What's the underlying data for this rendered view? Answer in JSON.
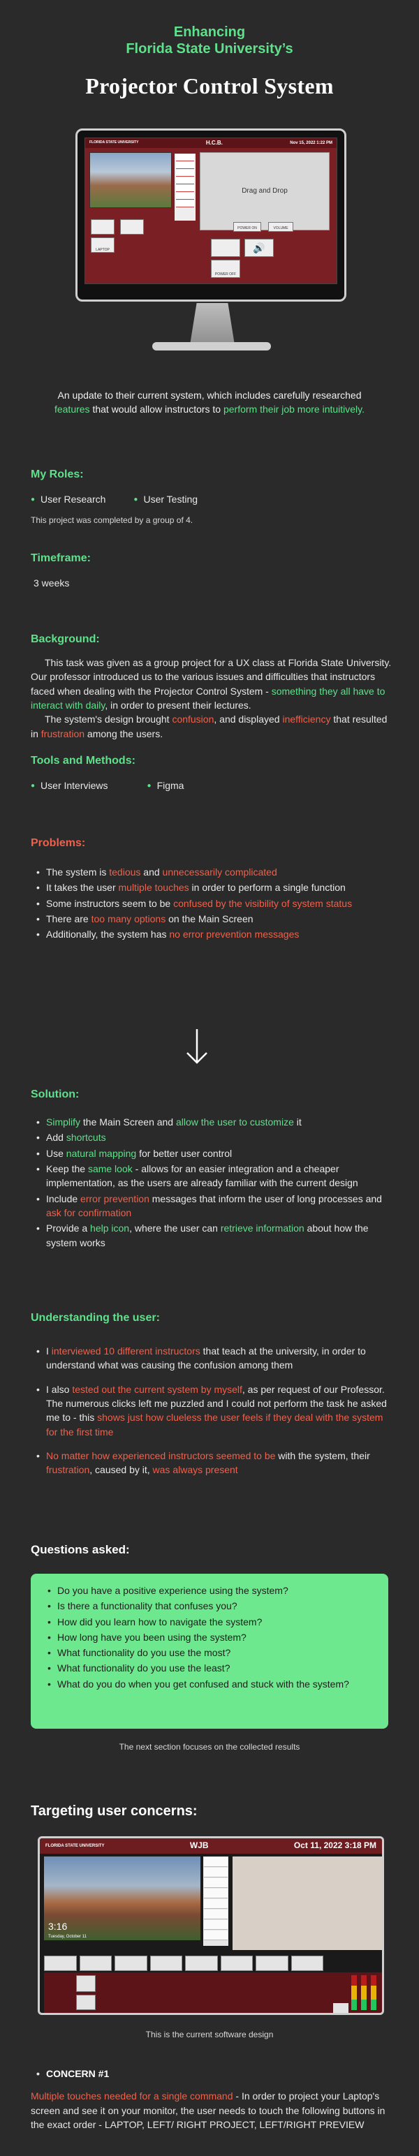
{
  "hero": {
    "subtitle_line1": "Enhancing",
    "subtitle_line2": "Florida State University’s",
    "title": "Projector Control System"
  },
  "monitor_screen": {
    "header_left": "FLORIDA STATE UNIVERSITY",
    "header_center": "H.C.B.",
    "header_right": "Nov 15, 2022 1:22 PM",
    "drag_label": "Drag and Drop",
    "tile_laptop": "LAPTOP",
    "tile_power_on": "POWER ON",
    "tile_volume": "VOLUME",
    "tile_power_off": "POWER OFF"
  },
  "intro": {
    "part1": "An update to their current system, which includes carefully researched ",
    "highlight1": "features",
    "part2": " that would allow instructors to ",
    "highlight2": "perform their job more intuitively."
  },
  "roles": {
    "heading": "My Roles:",
    "items": [
      "User Research",
      "User Testing"
    ],
    "note": "This project was completed by a group of 4."
  },
  "timeframe": {
    "heading": "Timeframe:",
    "value": "3 weeks"
  },
  "background": {
    "heading": "Background:",
    "p1a": "This task was given as a group project for a UX class at Florida State University. Our professor introduced us to the various issues and difficulties that instructors faced when dealing with the Projector Control System - ",
    "p1hl": "something they all have to interact with daily",
    "p1b": ", in order to present their lectures.",
    "p2a": "The system's design brought ",
    "p2hl1": "confusion",
    "p2b": ", and displayed ",
    "p2hl2": "inefficiency",
    "p2c": " that resulted in ",
    "p2hl3": "frustration",
    "p2d": " among the users."
  },
  "tools": {
    "heading": "Tools and Methods:",
    "items": [
      "User Interviews",
      "Figma"
    ]
  },
  "problems": {
    "heading": "Problems:",
    "l1a": "The system is ",
    "l1h1": "tedious",
    "l1b": " and ",
    "l1h2": "unnecessarily complicated",
    "l2a": "It takes the user ",
    "l2h": "multiple touches",
    "l2b": " in order to perform a single function",
    "l3a": "Some instructors seem to be ",
    "l3h": "confused by the visibility of system status",
    "l4a": "There are ",
    "l4h": "too many options",
    "l4b": " on the Main Screen",
    "l5a": "Additionally, the system has ",
    "l5h": "no error prevention messages"
  },
  "solution": {
    "heading": "Solution:",
    "s1h1": "Simplify",
    "s1a": " the Main Screen and ",
    "s1h2": "allow the user to customize",
    "s1b": " it",
    "s2a": "Add ",
    "s2h": "shortcuts",
    "s3a": "Use ",
    "s3h": "natural mapping",
    "s3b": " for better user control",
    "s4a": "Keep the ",
    "s4h": "same look",
    "s4b": " - allows for an easier integration and a cheaper implementation, as the users are already familiar with the current design",
    "s5a": "Include ",
    "s5h1": "error prevention",
    "s5b": " messages that inform the user of long processes and ",
    "s5h2": "ask for confirmation",
    "s6a": "Provide a ",
    "s6h1": "help icon",
    "s6b": ", where the user can ",
    "s6h2": "retrieve information",
    "s6c": " about how the system works"
  },
  "understanding": {
    "heading": "Understanding the user:",
    "u1a": "I ",
    "u1h": "interviewed 10 different instructors",
    "u1b": " that teach at the university, in order to understand what was causing the confusion among them",
    "u2a": "I also ",
    "u2h1": "tested out the current system by myself",
    "u2b": ", as per request of our Professor. The numerous clicks left me puzzled and I could not perform the task he asked me to - this ",
    "u2h2": "shows just how clueless the user feels if they deal with the system for the first time",
    "u3h1": "No matter how experienced instructors seemed to be",
    "u3a": " with the system, their ",
    "u3h2": "frustration",
    "u3b": ", caused by it, ",
    "u3h3": "was always present"
  },
  "questions": {
    "heading": "Questions asked:",
    "items": [
      "Do you have a positive experience using the system?",
      "Is there a functionality that confuses you?",
      "How did you learn how to navigate the system?",
      "How long have you been using the system?",
      "What functionality do you use the most?",
      "What functionality do you use the least?",
      "What do you do when you get confused and stuck with the system?"
    ],
    "next_note": "The next section focuses on the collected results"
  },
  "concerns": {
    "heading": "Targeting user concerns:",
    "software_header_left": "FLORIDA STATE UNIVERSITY",
    "software_header_center": "WJB",
    "software_header_right": "Oct 11, 2022 3:18 PM",
    "software_clock": "3:16",
    "software_date": "Tuesday, October 11",
    "caption": "This is the current software design",
    "c1_title": "CONCERN #1",
    "c1_hl": "Multiple touches needed for a single command",
    "c1_text": " - In order to project your Laptop's screen and see it on your monitor, the user needs to touch the following buttons in the exact order - LAPTOP, LEFT/ RIGHT PROJECT, LEFT/RIGHT PREVIEW"
  }
}
